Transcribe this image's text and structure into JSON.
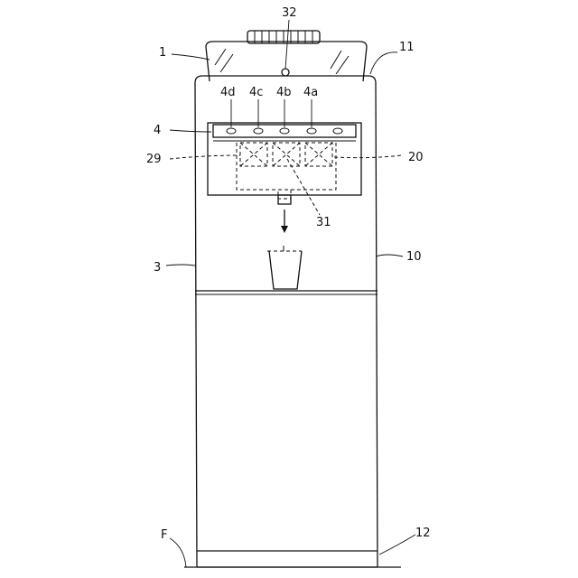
{
  "labels": {
    "bottle": "1",
    "cap_knob": "32",
    "top_cover": "11",
    "button_panel": "4",
    "button_4d": "4d",
    "button_4c": "4c",
    "button_4b": "4b",
    "button_4a": "4a",
    "cartridge": "29",
    "unit_housing": "20",
    "nozzle": "31",
    "cabinet": "3",
    "upper_body": "10",
    "base_plinth": "12",
    "floor": "F"
  }
}
